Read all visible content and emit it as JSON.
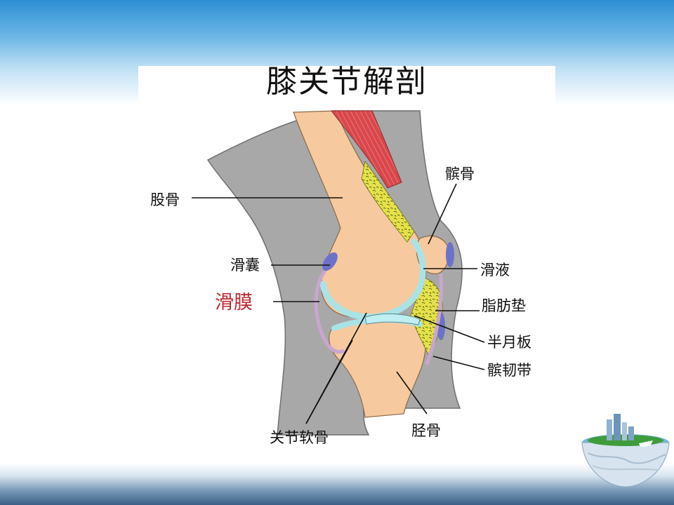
{
  "title": "膝关节解剖",
  "labels": {
    "femur": "股骨",
    "patella": "髌骨",
    "bursa": "滑囊",
    "synovial_fluid": "滑液",
    "synovium": "滑膜",
    "fat_pad": "脂肪垫",
    "meniscus": "半月板",
    "patellar_ligament": "髌韧带",
    "articular_cartilage": "关节软骨",
    "tibia": "胫骨"
  },
  "colors": {
    "bone": "#f7c99e",
    "soft_tissue": "#a8a8a8",
    "cartilage": "#a9e3e6",
    "fat": "#e6e04a",
    "muscle": "#d9474b",
    "bursa": "#6d72c9",
    "synovium": "#c9a6cf",
    "synovium_label": "#c1272d"
  },
  "icons": {
    "corner_decoration": "city-globe-icon"
  }
}
